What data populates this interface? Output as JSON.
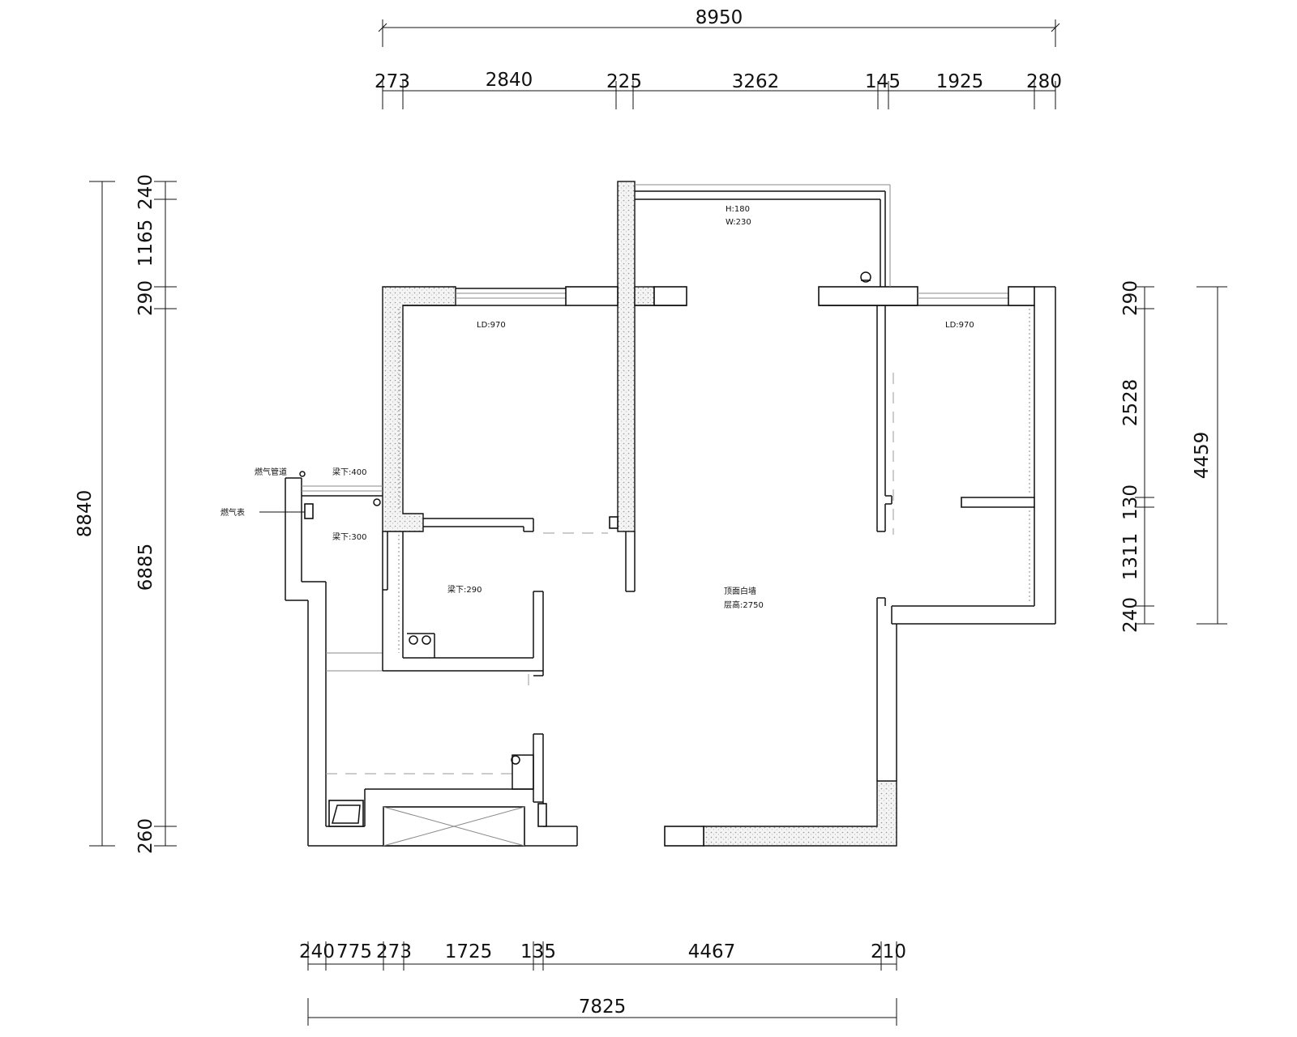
{
  "dimensions": {
    "top_total": "8950",
    "top_segments": [
      "273",
      "2840",
      "225",
      "3262",
      "145",
      "1925",
      "280"
    ],
    "left_total": "8840",
    "left_segments": [
      "240",
      "1165",
      "290",
      "6885",
      "260"
    ],
    "right_total": "4459",
    "right_segments": [
      "290",
      "2528",
      "130",
      "1311",
      "240"
    ],
    "bottom_segments": [
      "240",
      "775",
      "273",
      "1725",
      "135",
      "4467",
      "210"
    ],
    "bottom_total": "7825"
  },
  "notes": {
    "balcony_h": "H:180",
    "balcony_w": "W:230",
    "window_left": "LD:970",
    "window_right": "LD:970",
    "gas_pipe": "燃气管道",
    "beam_400": "梁下:400",
    "gas_meter": "燃气表",
    "beam_300": "梁下:300",
    "beam_290": "梁下:290",
    "ceiling_label": "顶面白墙",
    "floor_height": "层高:2750"
  }
}
